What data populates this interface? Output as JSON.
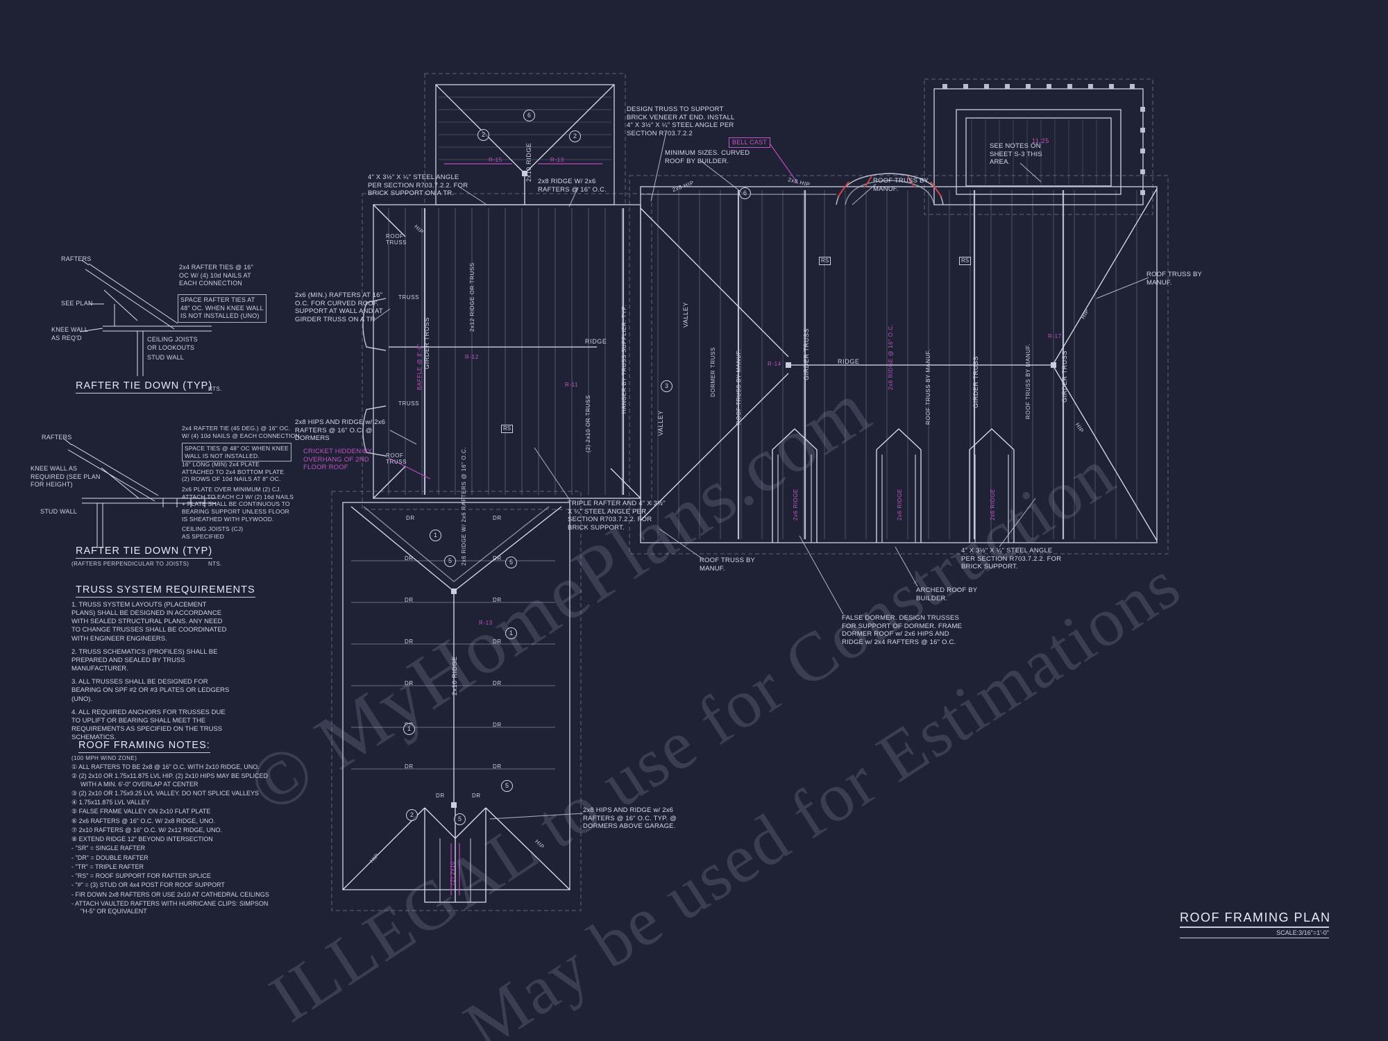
{
  "palette": {
    "bg": "#1e2234",
    "line": "#c9cee4",
    "text": "#d6daee",
    "magenta": "#bf49bf",
    "red": "#cc4444"
  },
  "title_block": {
    "title": "ROOF FRAMING PLAN",
    "scale": "SCALE:3/16\"=1'-0\""
  },
  "watermark": {
    "line1": "© MyHomePlans.com",
    "line2": "ILLEGAL to use for Construction",
    "line3": "May be used for Estimations"
  },
  "detail1": {
    "title": "RAFTER TIE DOWN (TYP)",
    "nts": "NTS.",
    "rafters": "RAFTERS",
    "see_plan": "SEE PLAN",
    "knee_wall": "KNEE WALL\nAS REQ'D",
    "ceiling_joists": "CEILING JOISTS\nOR LOOKOUTS",
    "stud_wall": "STUD WALL",
    "note_ties": "2x4 RAFTER TIES @ 16\"\nOC W/ (4) 10d NAILS AT\nEACH CONNECTION",
    "note_space": "SPACE RAFTER TIES AT\n48\" OC. WHEN KNEE WALL\nIS NOT INSTALLED (UNO)"
  },
  "detail2": {
    "title": "RAFTER TIE DOWN (TYP)",
    "subtitle": "(RAFTERS PERPENDICULAR TO JOISTS)",
    "nts": "NTS.",
    "rafters": "RAFTERS",
    "knee_wall": "KNEE WALL AS\nREQUIRED (SEE PLAN\nFOR HEIGHT)",
    "stud_wall": "STUD WALL",
    "note_tie45": "2x4 RAFTER TIE (45 DEG.) @ 16\" OC.\nW/ (4) 10d NAILS @ EACH CONNECTION",
    "note_space": "SPACE TIES @ 48\" OC WHEN KNEE\nWALL IS NOT INSTALLED.",
    "note_plate16": "16\" LONG (MIN) 2x4 PLATE\nATTACHED TO 2x4 BOTTOM PLATE\n(2) ROWS OF 10d NAILS AT 8\" OC.",
    "note_plate2x6": "2x6 PLATE OVER MINIMUM (2) CJ.\nATTACH TO EACH CJ W/ (2) 16d NAILS\n+ PLATE SHALL BE CONTINUOUS TO\nBEARING SUPPORT UNLESS FLOOR\nIS SHEATHED WITH PLYWOOD.",
    "note_cj": "CEILING JOISTS (CJ)\nAS SPECIFIED"
  },
  "truss_requirements": {
    "title": "TRUSS SYSTEM REQUIREMENTS",
    "items": [
      "1. TRUSS SYSTEM LAYOUTS (PLACEMENT PLANS) SHALL BE DESIGNED IN ACCORDANCE WITH SEALED STRUCTURAL PLANS. ANY NEED TO CHANGE TRUSSES SHALL BE COORDINATED WITH ENGINEER ENGINEERS.",
      "2. TRUSS SCHEMATICS (PROFILES) SHALL BE PREPARED AND SEALED BY TRUSS MANUFACTURER.",
      "3. ALL TRUSSES SHALL BE DESIGNED FOR BEARING ON SPF #2 OR #3 PLATES OR LEDGERS (UNO).",
      "4. ALL REQUIRED ANCHORS FOR TRUSSES DUE TO UPLIFT OR BEARING SHALL MEET THE REQUIREMENTS AS SPECIFIED ON THE TRUSS SCHEMATICS."
    ]
  },
  "framing_notes": {
    "title": "ROOF FRAMING NOTES:",
    "zone": "(100 MPH WIND ZONE)",
    "items": [
      "① ALL RAFTERS TO BE 2x8 @ 16\" O.C. WITH 2x10 RIDGE, UNO.",
      "② (2) 2x10 OR 1.75x11.875 LVL HIP. (2) 2x10 HIPS MAY BE SPLICED WITH A MIN. 6'-0\" OVERLAP AT CENTER",
      "③ (2) 2x10 OR 1.75x9.25 LVL VALLEY. DO NOT SPLICE VALLEYS",
      "④ 1.75x11.875 LVL VALLEY",
      "⑤ FALSE FRAME VALLEY ON 2x10 FLAT PLATE",
      "⑥ 2x6 RAFTERS @ 16\" O.C. W/ 2x8 RIDGE, UNO.",
      "⑦ 2x10 RAFTERS @ 16\" O.C. W/ 2x12 RIDGE, UNO.",
      "⑧ EXTEND RIDGE 12\" BEYOND INTERSECTION",
      "- \"SR\" = SINGLE RAFTER",
      "- \"DR\" = DOUBLE RAFTER",
      "- \"TR\" = TRIPLE RAFTER",
      "- \"RS\" = ROOF SUPPORT FOR RAFTER SPLICE",
      "- \"#\" = (3) STUD OR 4x4 POST FOR ROOF SUPPORT",
      "- FIR DOWN 2x8 RAFTERS OR USE 2x10 AT CATHEDRAL CEILINGS",
      "- ATTACH VAULTED RAFTERS WITH HURRICANE CLIPS: SIMPSON \"H-5\" OR EQUIVALENT"
    ]
  },
  "plan": {
    "callouts": [
      "4\" X 3½\" X ¼\" STEEL ANGLE PER SECTION R703.7.2.2. FOR BRICK SUPPORT ON A TR.",
      "2x8 RIDGE W/ 2x6 RAFTERS @ 16\" O.C.",
      "DESIGN TRUSS TO SUPPORT BRICK VENEER AT END. INSTALL 4\" X 3½\" X ¼\" STEEL ANGLE PER SECTION R703.7.2.2",
      "MINIMUM SIZES. CURVED ROOF BY BUILDER.",
      "BELL CAST",
      "ROOF TRUSS BY MANUF.",
      "SEE NOTES ON SHEET S-3 THIS AREA.",
      "ROOF TRUSS BY MANUF.",
      "2x6 (MIN.) RAFTERS AT 16\" O.C. FOR CURVED ROOF. SUPPORT AT WALL AND AT GIRDER TRUSS ON A TR",
      "2x8 HIPS AND RIDGE w/ 2x6 RAFTERS @ 16\" O.C. @ DORMERS",
      "CRICKET HIDDEN BY OVERHANG OF 2ND FLOOR ROOF",
      "TRIPLE RAFTER AND 4\" X 3½\" X ¼\" STEEL ANGLE PER SECTION R703.7.2.2. FOR BRICK SUPPORT.",
      "ROOF TRUSS BY MANUF.",
      "4\" X 3½\" X ¼\" STEEL ANGLE PER SECTION R703.7.2.2. FOR BRICK SUPPORT.",
      "ARCHED ROOF BY BUILDER.",
      "FALSE DORMER. DESIGN TRUSSES FOR SUPPORT OF DORMER. FRAME DORMER ROOF w/ 2x6 HIPS AND RIDGE w/ 2x4 RAFTERS @ 16\" O.C.",
      "2x8 HIPS AND RIDGE w/ 2x6 RAFTERS @ 16\" O.C. TYP. @ DORMERS ABOVE GARAGE."
    ],
    "labels": {
      "roof_truss": "ROOF TRUSS",
      "truss": "TRUSS",
      "girder_truss": "GIRDER TRUSS",
      "ridge": "RIDGE",
      "valley": "VALLEY",
      "hip": "HIP",
      "dr": "DR",
      "rs": "RS",
      "ridge_2x10": "2x10 RIDGE",
      "ridge_2x12_or_truss": "2x12 RIDGE OR TRUSS",
      "two_2x10_or_truss": "(2) 2x10 OR TRUSS",
      "hanger": "HANGER BY TRUSS SUPPLIER. TYP.",
      "dormer_truss": "DORMER TRUSS",
      "roof_truss_by_manuf": "ROOF TRUSS BY MANUF.",
      "ridge_2x6_w": "2x6 RIDGE W/ 2x6 RAFTERS @ 16\" O.C.",
      "ridge_2x6": "2x6 RIDGE",
      "ridge_2x6_oc": "2x6 RIDGE @ 16\" O.C.",
      "two_2x10": "(2) 2x10",
      "hip_2x8": "2x8 HIP",
      "baffle": "BAFFLE @ 8'-0\"",
      "deck_dim": "11.25",
      "r15": "R-15",
      "r14": "R-14",
      "r13": "R-13",
      "r12": "R-12",
      "r11": "R-11",
      "r17": "R-17"
    },
    "markers": {
      "m1": "1",
      "m2": "2",
      "m3": "3",
      "m5": "5",
      "m6": "6"
    }
  }
}
